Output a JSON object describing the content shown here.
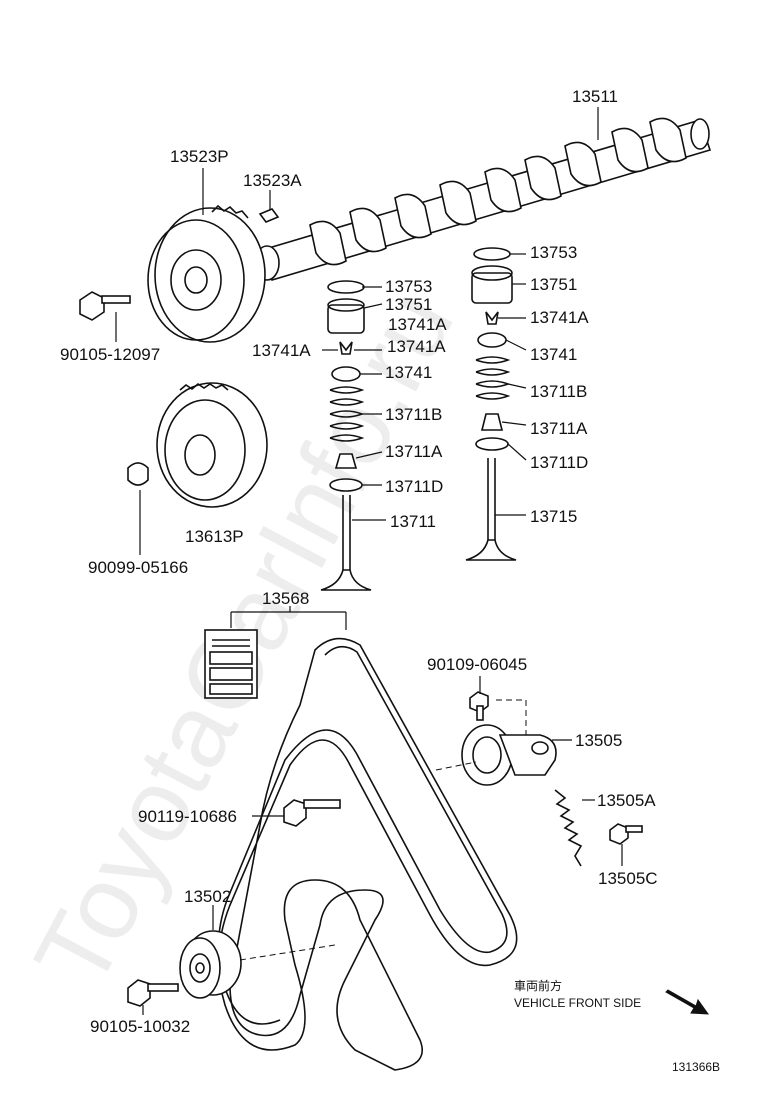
{
  "watermark": "ToyotaCarInfo.ru",
  "labels": {
    "p13511": "13511",
    "p13523P": "13523P",
    "p13523A": "13523A",
    "p90105_12097": "90105-12097",
    "p13613P": "13613P",
    "p90099_05166": "90099-05166",
    "p13753_in": "13753",
    "p13751_in": "13751",
    "p13741A_in_r": "13741A",
    "p13741A_in_l": "13741A",
    "p13741A_in_c": "13741A",
    "p13741_in": "13741",
    "p13711B_in": "13711B",
    "p13711A_in": "13711A",
    "p13711D_in": "13711D",
    "p13711": "13711",
    "p13753_ex": "13753",
    "p13751_ex": "13751",
    "p13741A_ex": "13741A",
    "p13741_ex": "13741",
    "p13711B_ex": "13711B",
    "p13711A_ex": "13711A",
    "p13711D_ex": "13711D",
    "p13715": "13715",
    "p13568": "13568",
    "p90109_06045": "90109-06045",
    "p13505": "13505",
    "p13505A": "13505A",
    "p13505C": "13505C",
    "p90119_10686": "90119-10686",
    "p13502": "13502",
    "p90105_10032": "90105-10032"
  },
  "front_note": {
    "jp": "車両前方",
    "en": "VEHICLE FRONT SIDE"
  },
  "diagram_id": "131366B"
}
